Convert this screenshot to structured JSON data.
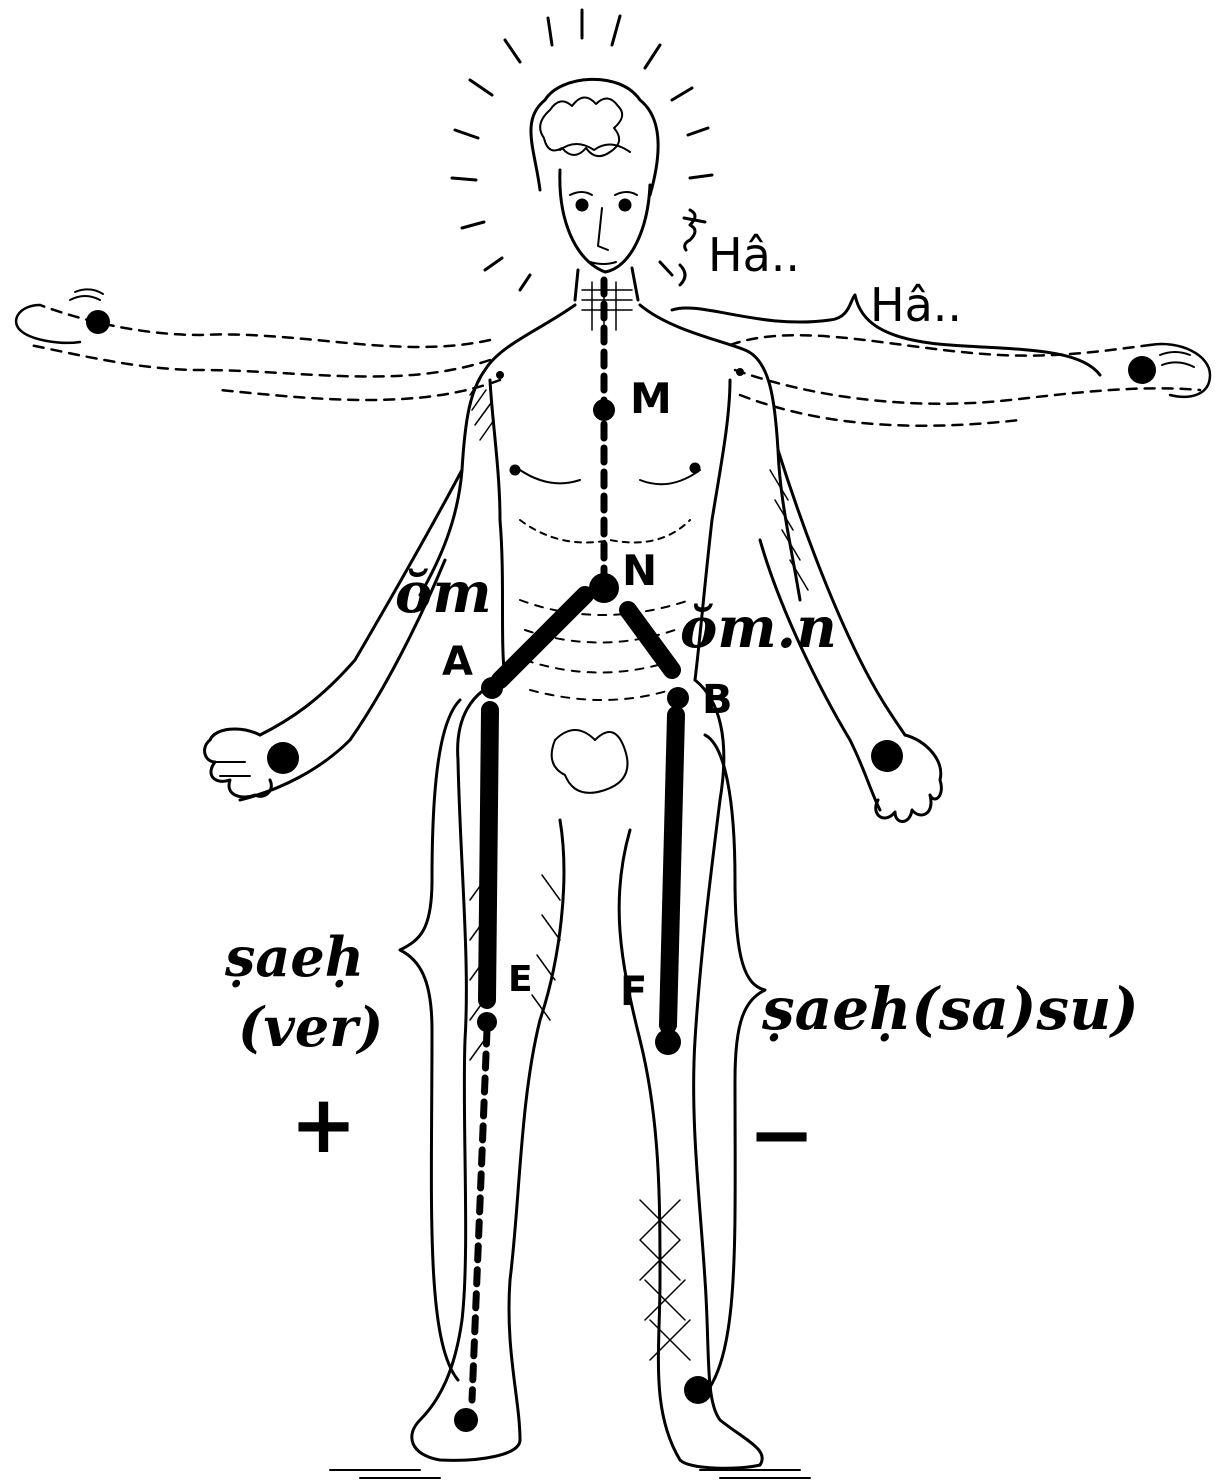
{
  "labels": {
    "ha_near": "Hâ..",
    "ha_far": "Hâ..",
    "point_m": "M",
    "point_n": "N",
    "point_a": "A",
    "point_b": "B",
    "point_e": "E",
    "point_f": "F",
    "om_left": "ŏm",
    "om_right": "ŏm.n",
    "sach_left": "ṣaeḥ",
    "ver": "(ver)",
    "sach_right": "ṣaeḥ(sa)su)",
    "plus": "+",
    "minus": "−"
  },
  "colors": {
    "ink": "#000000",
    "paper": "#ffffff"
  }
}
